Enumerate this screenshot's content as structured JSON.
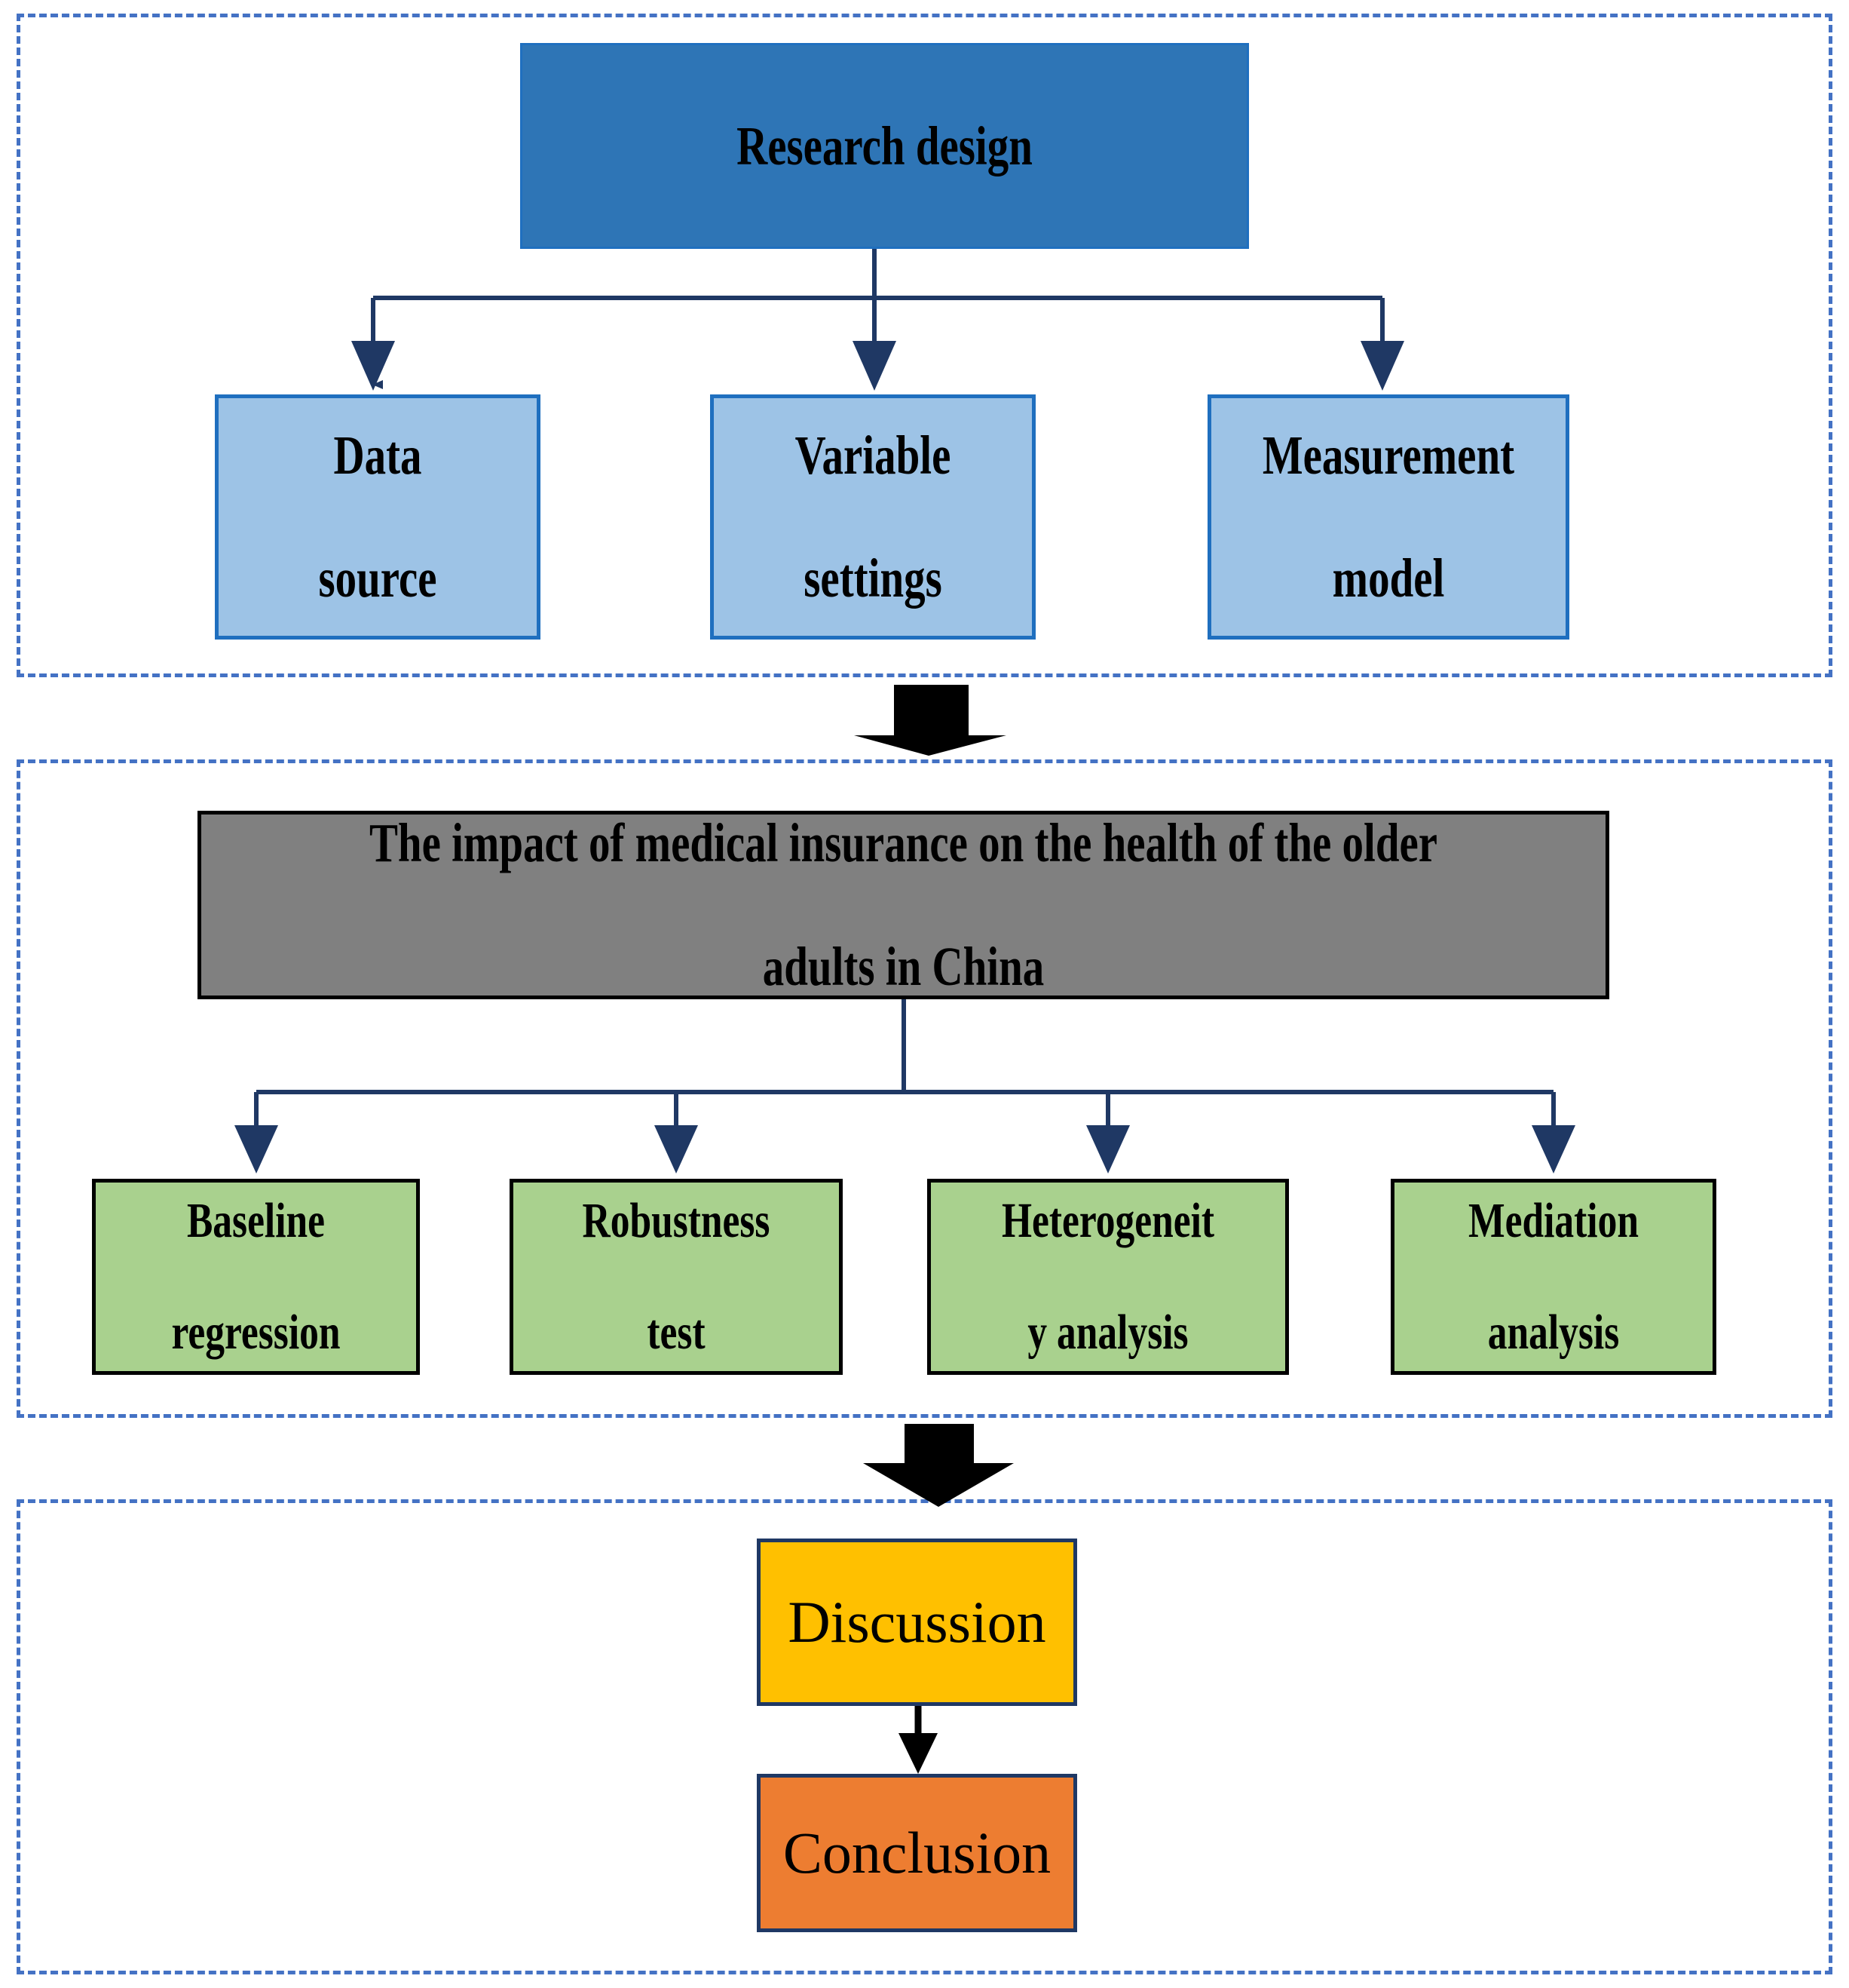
{
  "diagram": {
    "title": "Research framework flowchart",
    "colors": {
      "section_border": "#4472C4",
      "research_fill": "#2E75B6",
      "lightblue_fill": "#9DC3E6",
      "gray_fill": "#808080",
      "green_fill": "#A9D18E",
      "yellow_fill": "#FFC000",
      "orange_fill": "#ED7D31",
      "connector": "#1F3864",
      "block_arrow": "#000000"
    },
    "sections": [
      {
        "id": "section-design",
        "name": "research-design-section"
      },
      {
        "id": "section-empirical",
        "name": "empirical-analysis-section"
      },
      {
        "id": "section-conclusion",
        "name": "discussion-conclusion-section"
      }
    ],
    "nodes": {
      "research_design": {
        "label": "Research design"
      },
      "data_source": {
        "line1": "Data",
        "line2": "source"
      },
      "variable_settings": {
        "line1": "Variable",
        "line2": "settings"
      },
      "measurement_model": {
        "line1": "Measurement",
        "line2": "model"
      },
      "main_topic": {
        "line1": "The impact of medical insurance on the health of the older",
        "line2": "adults in China"
      },
      "baseline_regression": {
        "line1": "Baseline",
        "line2": "regression"
      },
      "robustness_test": {
        "line1": "Robustness",
        "line2": "test"
      },
      "heterogeneity_analysis": {
        "line1": "Heterogeneit",
        "line2": "y analysis"
      },
      "mediation_analysis": {
        "line1": "Mediation",
        "line2": "analysis"
      },
      "discussion": {
        "label": "Discussion"
      },
      "conclusion": {
        "label": "Conclusion"
      }
    },
    "connectors": {
      "design_to_children": "Research design branches to Data source, Variable settings, Measurement model",
      "topic_to_children": "Main topic branches to Baseline regression, Robustness test, Heterogeneity analysis, Mediation analysis",
      "section1_to_section2": "block-arrow-down",
      "section2_to_section3": "block-arrow-down",
      "discussion_to_conclusion": "arrow-down"
    }
  }
}
